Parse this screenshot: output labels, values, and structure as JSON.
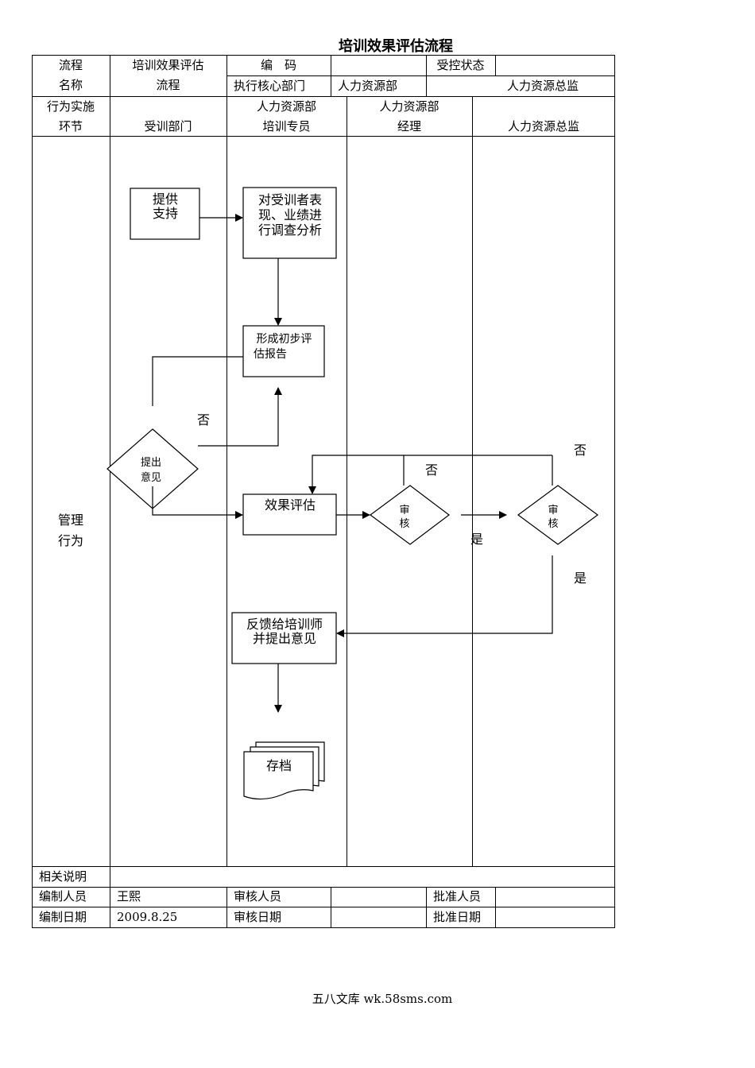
{
  "title": "培训效果评估流程",
  "header": {
    "process_name_label": [
      "流程",
      "名称"
    ],
    "process_name_value": [
      "培训效果评估",
      "流程"
    ],
    "code_label": "编　码",
    "code_value": "",
    "control_status_label": "受控状态",
    "control_status_value": "",
    "exec_dept_label": "执行核心部门",
    "exec_dept_value": "人力资源部",
    "exec_blank": "",
    "exec_right": "人力资源总监"
  },
  "lanes": {
    "row_label": [
      "行为实施",
      "环节"
    ],
    "columns": [
      [
        "",
        "受训部门"
      ],
      [
        "人力资源部",
        "培训专员"
      ],
      [
        "人力资源部",
        "经理"
      ],
      [
        "",
        "人力资源总监"
      ]
    ]
  },
  "body_label": [
    "管理",
    "行为"
  ],
  "flow": {
    "nodes": {
      "provide_support": [
        "提供",
        "支持"
      ],
      "survey_analysis": [
        "对受训者表",
        "现、业绩进",
        "行调查分析"
      ],
      "preliminary_report": [
        "形成初步评",
        "估报告"
      ],
      "give_opinion": [
        "提出",
        "意见"
      ],
      "effect_evaluation": "效果评估",
      "review_manager": [
        "审",
        "核"
      ],
      "review_director": [
        "审",
        "核"
      ],
      "feedback": [
        "反馈给培训师",
        "并提出意见"
      ],
      "archive": "存档"
    },
    "labels": {
      "no_1": "否",
      "no_2": "否",
      "no_3": "否",
      "yes_1": "是",
      "yes_2": "是"
    }
  },
  "footer_rows": {
    "notes_label": "相关说明",
    "notes_value": "",
    "editor_label": "编制人员",
    "editor_value": "王熙",
    "reviewer_label": "审核人员",
    "reviewer_value": "",
    "approver_label": "批准人员",
    "approver_value": "",
    "edit_date_label": "编制日期",
    "edit_date_value": "2009.8.25",
    "review_date_label": "审核日期",
    "review_date_value": "",
    "approve_date_label": "批准日期",
    "approve_date_value": ""
  },
  "watermark": "五八文库 wk.58sms.com"
}
